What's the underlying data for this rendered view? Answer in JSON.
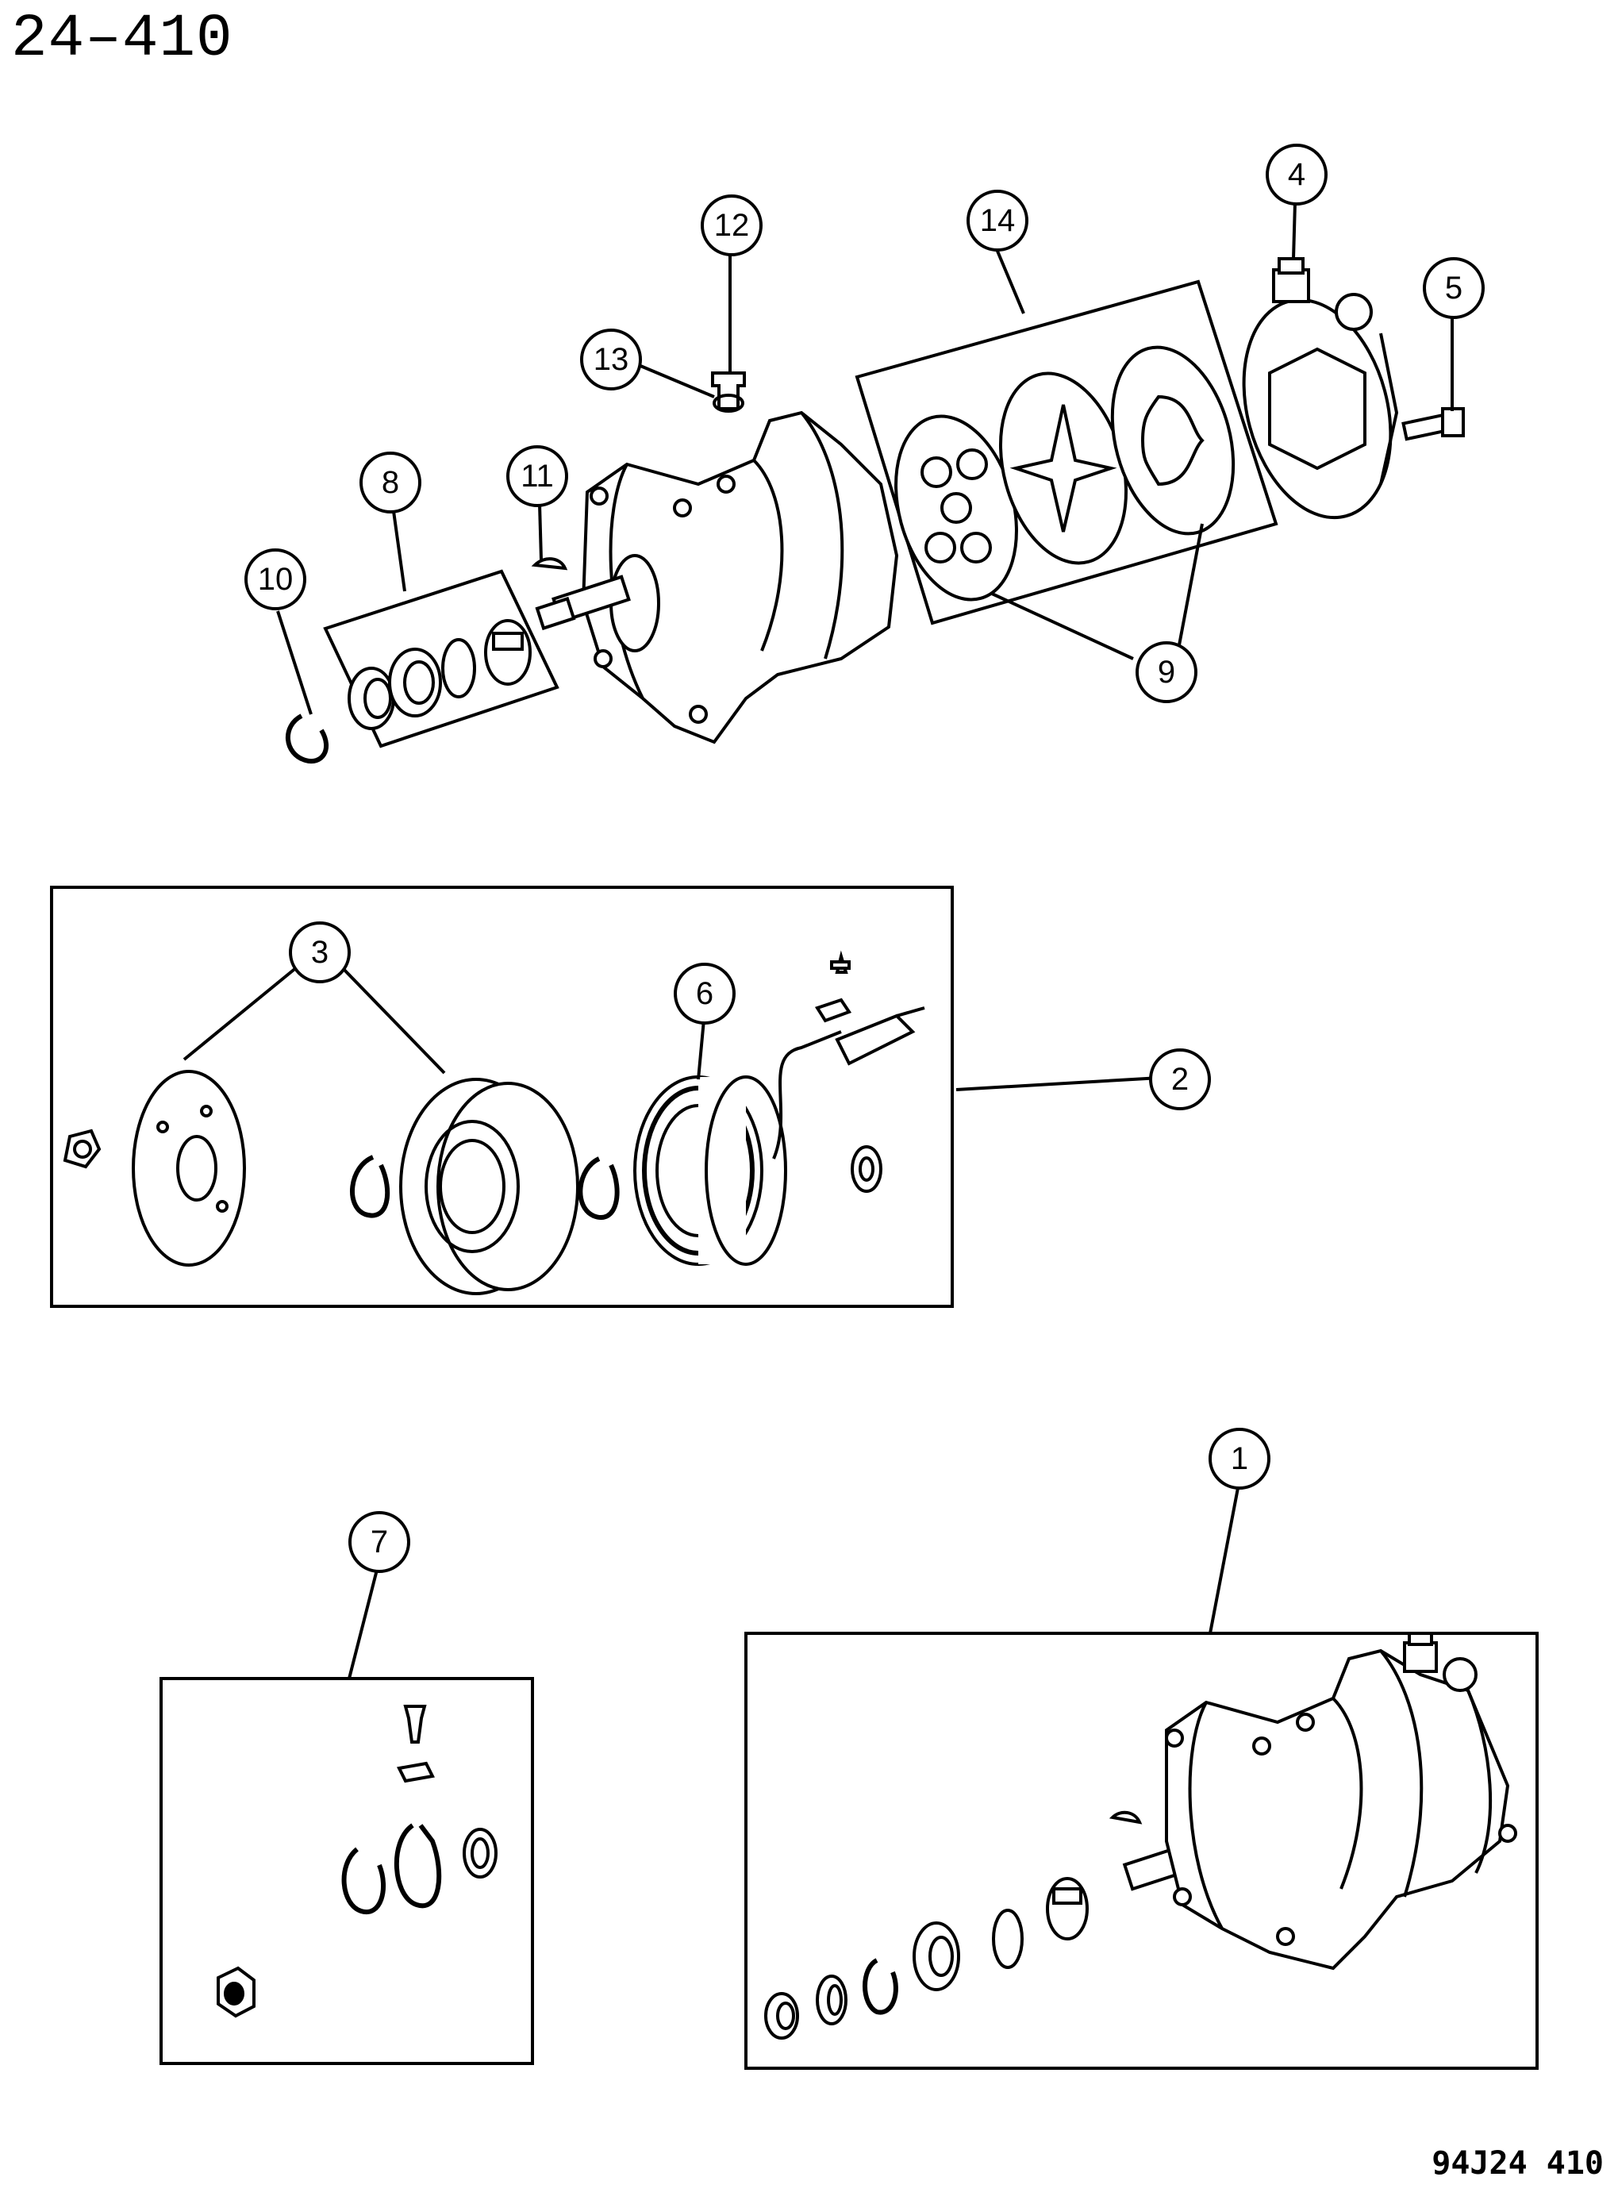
{
  "header": {
    "page_number": "24–410"
  },
  "footer": {
    "figure_code": "94J24  410"
  },
  "callouts": [
    "1",
    "2",
    "3",
    "4",
    "5",
    "6",
    "7",
    "8",
    "9",
    "10",
    "11",
    "12",
    "13",
    "14"
  ]
}
